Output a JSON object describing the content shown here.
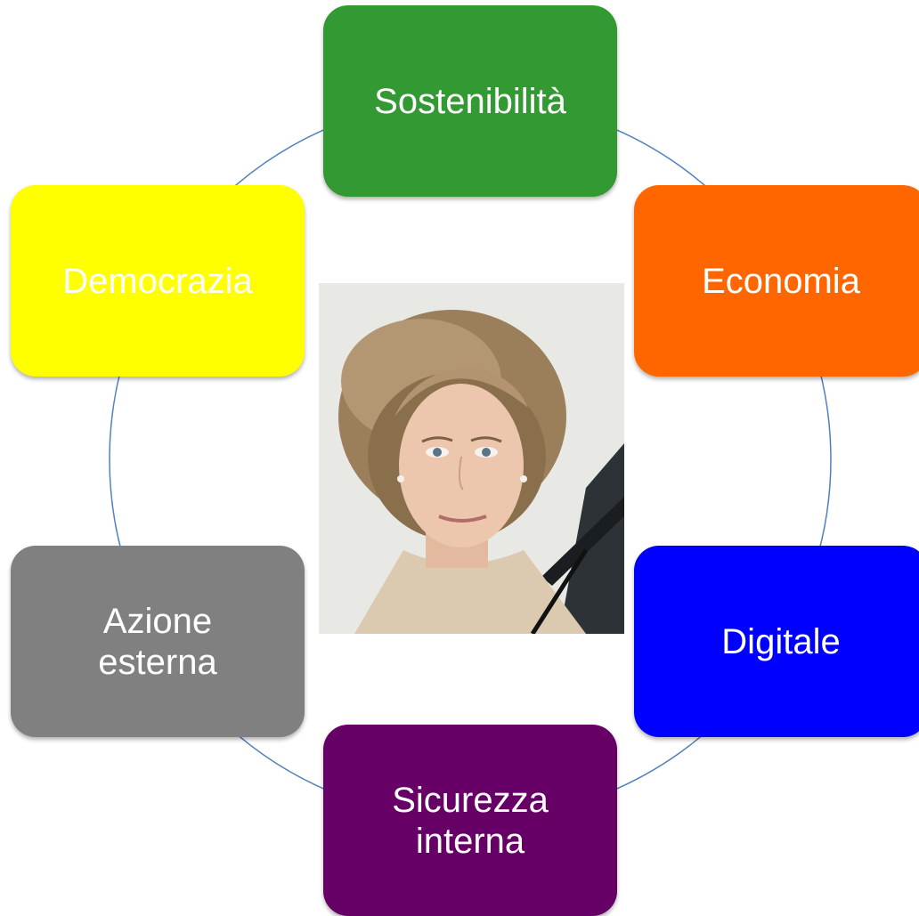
{
  "diagram": {
    "ring_color": "#4f81bd",
    "nodes": [
      {
        "id": "sostenibilita",
        "label": "Sostenibilità",
        "color": "#339933",
        "text_color": "#ffffff"
      },
      {
        "id": "economia",
        "label": "Economia",
        "color": "#ff6600",
        "text_color": "#ffffff"
      },
      {
        "id": "digitale",
        "label": "Digitale",
        "color": "#0000ff",
        "text_color": "#ffffff"
      },
      {
        "id": "sicurezza-interna",
        "label": "Sicurezza\ninterna",
        "color": "#660066",
        "text_color": "#ffffff"
      },
      {
        "id": "azione-esterna",
        "label": "Azione\nesterna",
        "color": "#808080",
        "text_color": "#ffffff"
      },
      {
        "id": "democrazia",
        "label": "Democrazia",
        "color": "#ffff00",
        "text_color": "#ffffff"
      }
    ],
    "center_image": {
      "icon": "portrait-photo"
    }
  }
}
